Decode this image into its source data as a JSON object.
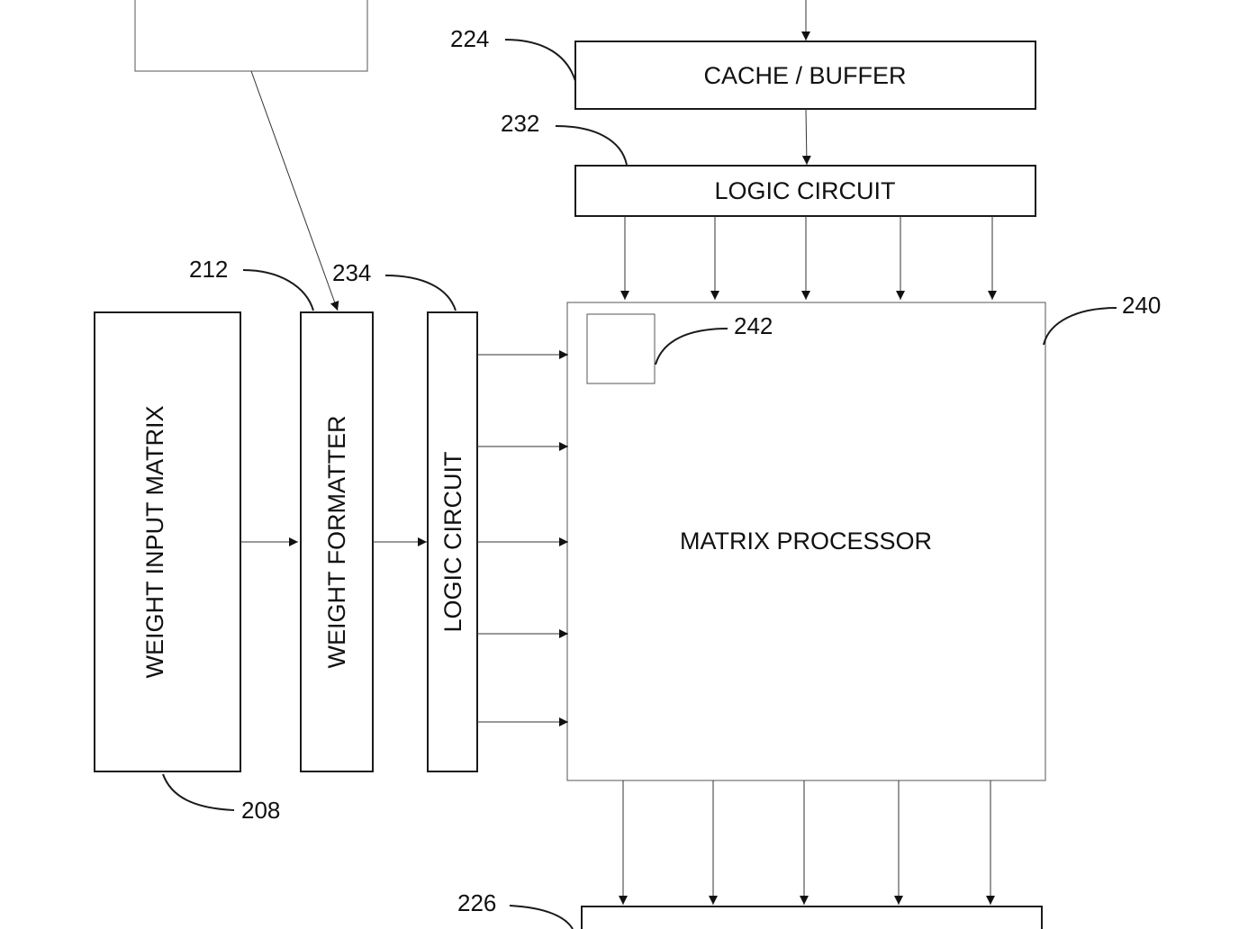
{
  "diagram": {
    "blocks": {
      "cache_buffer": "CACHE / BUFFER",
      "logic_circuit_top": "LOGIC CIRCUIT",
      "weight_input_matrix": "WEIGHT INPUT MATRIX",
      "weight_formatter": "WEIGHT FORMATTER",
      "logic_circuit_left": "LOGIC CIRCUIT",
      "matrix_processor": "MATRIX PROCESSOR"
    },
    "refs": {
      "cache_buffer": "224",
      "logic_circuit_top": "232",
      "weight_formatter": "212",
      "logic_circuit_left": "234",
      "matrix_processor": "240",
      "processing_element": "242",
      "weight_input_matrix": "208",
      "output_block": "226"
    },
    "colors": {
      "stroke": "#1a1a1a",
      "background": "#ffffff"
    }
  }
}
